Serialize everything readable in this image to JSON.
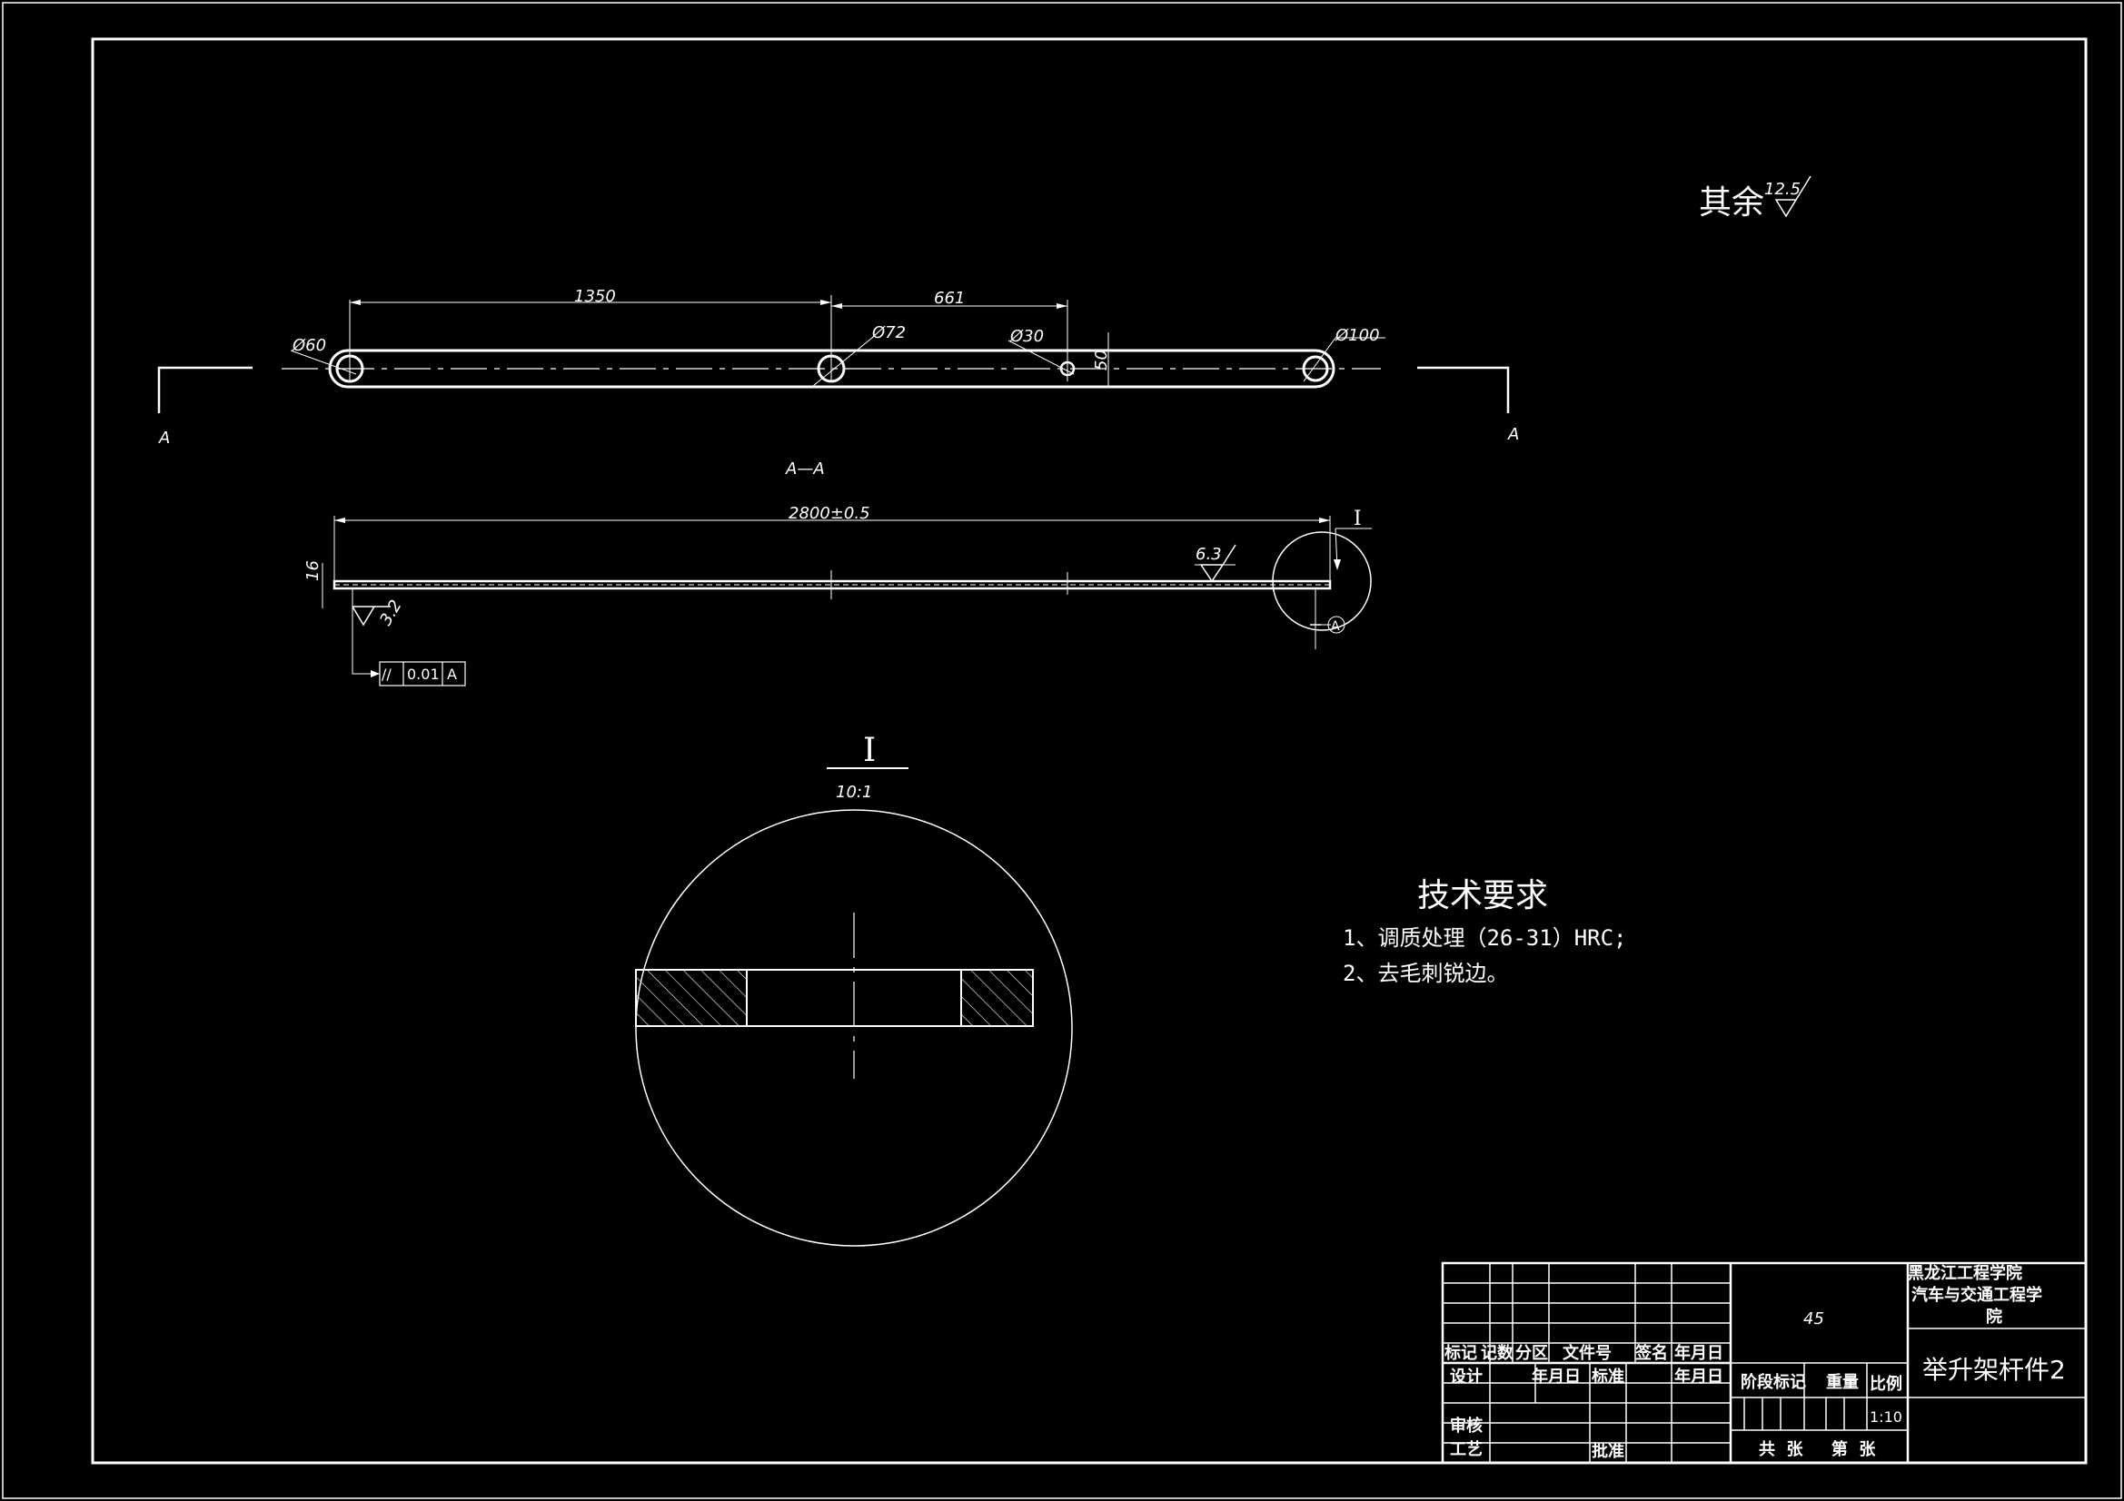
{
  "surface_finish": {
    "label": "其余",
    "value": "12.5"
  },
  "plan_view": {
    "dims": {
      "d1": "1350",
      "d2": "661",
      "thickness": "50"
    },
    "holes": {
      "h1": "Ø60",
      "h2": "Ø72",
      "h3": "Ø30",
      "h4": "Ø100"
    },
    "section_marks": {
      "left": "A",
      "right": "A"
    }
  },
  "section_view": {
    "title": "A—A",
    "length": "2800±0.5",
    "height": "16",
    "roughness_left": "3.2",
    "roughness_right": "6.3",
    "detail_ref": "I",
    "datum": "A",
    "tolerance": {
      "symbol": "//",
      "value": "0.01",
      "datum": "A"
    }
  },
  "detail_view": {
    "label": "I",
    "scale": "10:1"
  },
  "tech_requirements": {
    "title": "技术要求",
    "items": [
      "1、调质处理（26-31）HRC;",
      "2、去毛刺锐边。"
    ]
  },
  "title_block": {
    "material": "45",
    "school_line1": "黑龙江工程学院",
    "school_line2": "汽车与交通工程学",
    "school_line3": "院",
    "part_name": "举升架杆件2",
    "headers": {
      "mark": "标记",
      "count": "记数",
      "zone": "分区",
      "doc": "文件号",
      "sign": "签名",
      "date": "年月日"
    },
    "row_design": {
      "design": "设计",
      "date1": "年月日",
      "std": "标准",
      "date2": "年月日"
    },
    "stage": "阶段标记",
    "weight": "重量",
    "ratio": "比例",
    "scale_value": "1:10",
    "review": "审核",
    "process": "工艺",
    "approve": "批准",
    "sheets": "共  张     第  张"
  }
}
